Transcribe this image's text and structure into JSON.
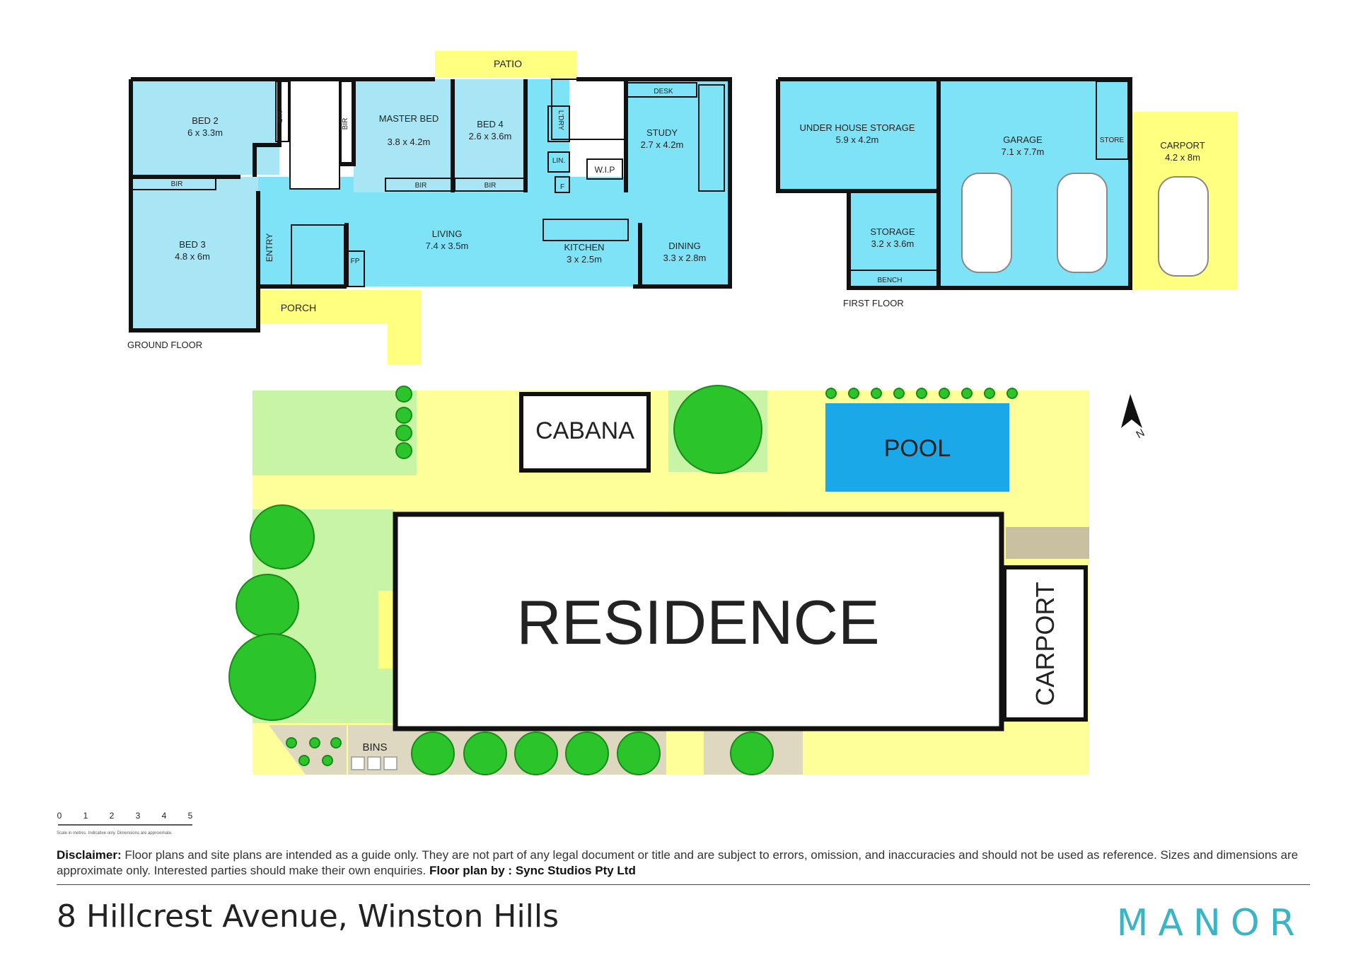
{
  "ground_floor": {
    "label": "GROUND FLOOR",
    "rooms": [
      {
        "name": "BED 2",
        "size": "6 x 3.3m"
      },
      {
        "name": "BED 3",
        "size": "4.8 x 6m"
      },
      {
        "name": "MASTER BED",
        "size": "3.8 x 4.2m"
      },
      {
        "name": "BED 4",
        "size": "2.6 x 3.6m"
      },
      {
        "name": "STUDY",
        "size": "2.7 x 4.2m"
      },
      {
        "name": "LIVING",
        "size": "7.4 x 3.5m"
      },
      {
        "name": "KITCHEN",
        "size": "3 x 2.5m"
      },
      {
        "name": "DINING",
        "size": "3.3 x 2.8m"
      }
    ],
    "minor": {
      "patio": "PATIO",
      "porch": "PORCH",
      "entry": "ENTRY",
      "desk": "DESK",
      "bir": "BIR",
      "ldry": "L'DRY",
      "lin": "LIN.",
      "wip": "W.I.P",
      "f": "F",
      "fp": "FP"
    }
  },
  "first_floor": {
    "label": "FIRST FLOOR",
    "rooms": [
      {
        "name": "UNDER HOUSE STORAGE",
        "size": "5.9 x 4.2m"
      },
      {
        "name": "GARAGE",
        "size": "7.1 x 7.7m"
      },
      {
        "name": "CARPORT",
        "size": "4.2 x 8m"
      },
      {
        "name": "STORAGE",
        "size": "3.2 x 3.6m"
      }
    ],
    "minor": {
      "store": "STORE",
      "bench": "BENCH"
    }
  },
  "site": {
    "cabana": "CABANA",
    "pool": "POOL",
    "residence": "RESIDENCE",
    "carport": "CARPORT",
    "bins": "BINS",
    "north": "N"
  },
  "scale": {
    "ticks": [
      "0",
      "1",
      "2",
      "3",
      "4",
      "5"
    ],
    "note": "Scale in metres. Indicative only. Dimensions are approximate."
  },
  "disclaimer": {
    "label": "Disclaimer:",
    "text": "Floor plans and site plans are intended as a guide only. They are not part of any legal document or title and are subject to errors, omission, and inaccuracies and should not be used as reference. Sizes and dimensions are approximate only. Interested parties should make their own enquiries.",
    "credit_label": "Floor plan by : Sync Studios Pty Ltd"
  },
  "address": "8 Hillcrest Avenue, Winston Hills",
  "brand": "MANOR",
  "colors": {
    "room_fill": "#7ee3f7",
    "room_fill_light": "#a8e6f5",
    "outdoor_yellow": "#ffff80",
    "lawn_green": "#b9f59a",
    "pool_blue": "#1aa8e8",
    "tree_green": "#2bc42b",
    "wall": "#111111",
    "brand_teal": "#3bb5c4"
  }
}
